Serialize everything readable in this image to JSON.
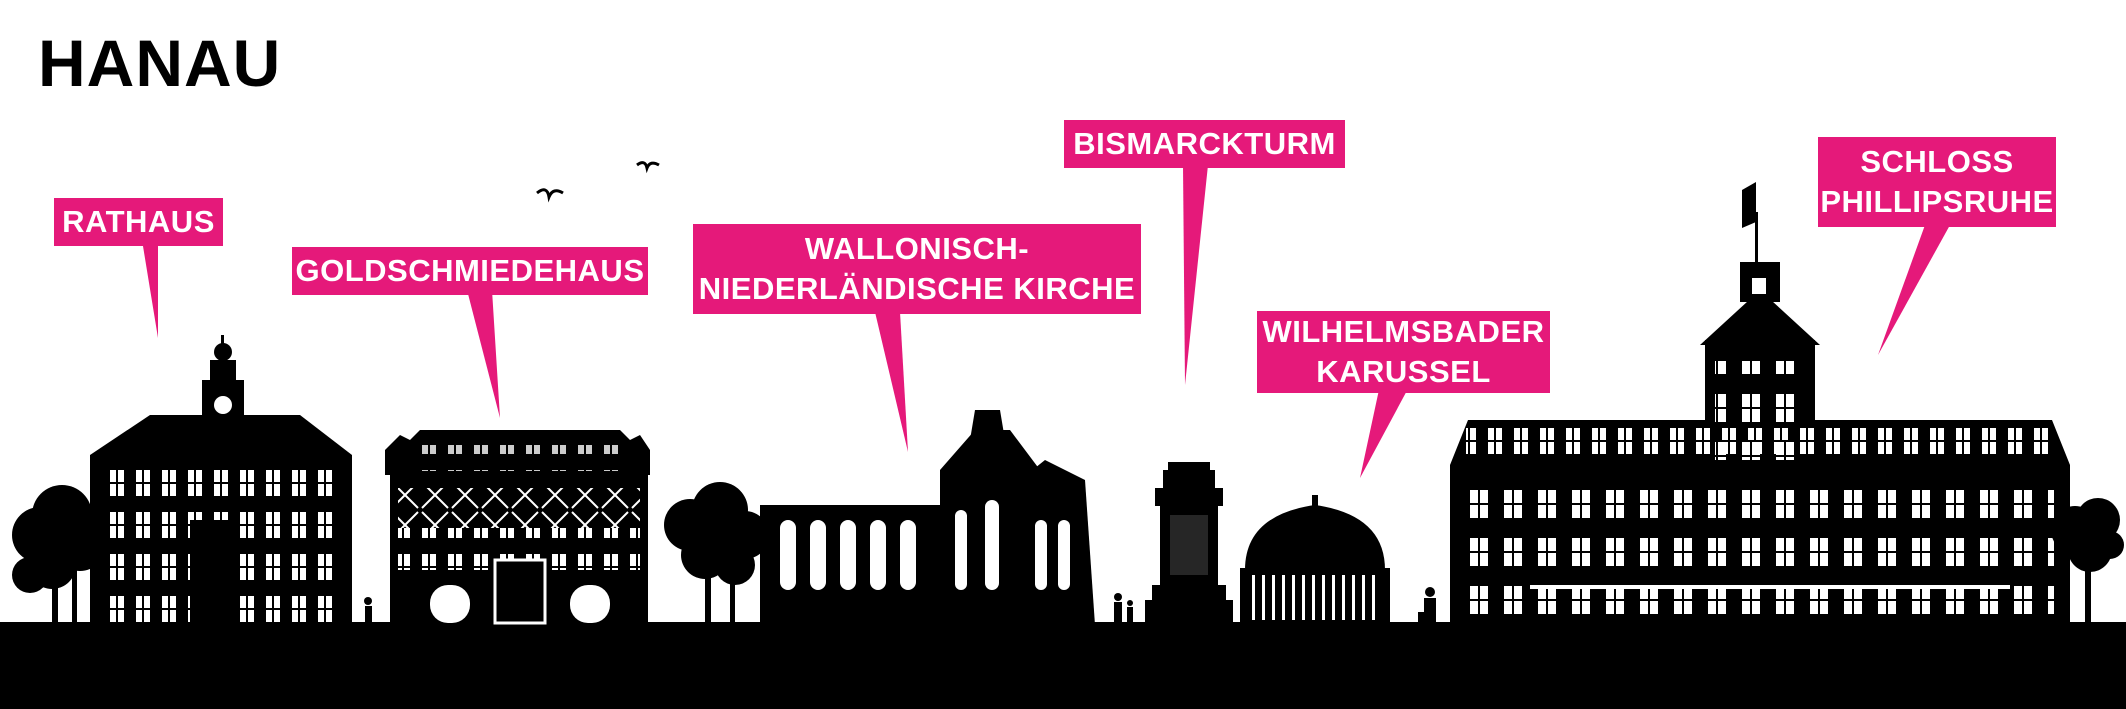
{
  "title": "HANAU",
  "colors": {
    "accent": "#e5197a",
    "silhouette": "#000000",
    "background": "#ffffff"
  },
  "labels": {
    "rathaus": [
      "RATHAUS"
    ],
    "goldschmiedehaus": [
      "GOLDSCHMIEDEHAUS"
    ],
    "kirche": [
      "WALLONISCH-",
      "NIEDERLÄNDISCHE KIRCHE"
    ],
    "bismarckturm": [
      "BISMARCKTURM"
    ],
    "karussel": [
      "WILHELMSBADER",
      "KARUSSEL"
    ],
    "schloss": [
      "SCHLOSS",
      "PHILLIPSRUHE"
    ]
  }
}
